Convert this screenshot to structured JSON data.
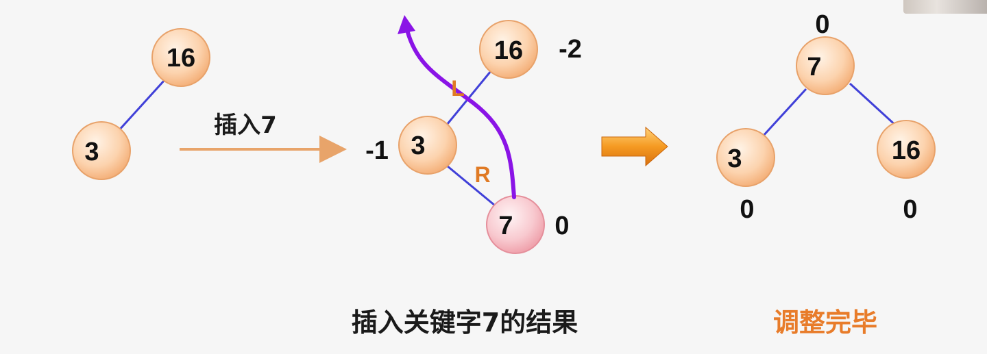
{
  "panels": {
    "before": {
      "nodes": [
        {
          "id": "b16",
          "label": "16",
          "kind": "normal"
        },
        {
          "id": "b3",
          "label": "3",
          "kind": "normal"
        }
      ]
    },
    "insert_arrow": {
      "label": "插入7"
    },
    "inserted": {
      "nodes": [
        {
          "id": "i16",
          "label": "16",
          "kind": "normal",
          "balance": "-2"
        },
        {
          "id": "i3",
          "label": "3",
          "kind": "normal",
          "balance": "-1"
        },
        {
          "id": "i7",
          "label": "7",
          "kind": "new",
          "balance": "0"
        }
      ],
      "path_labels": {
        "first": "L",
        "second": "R"
      },
      "caption": "插入关键字7的结果"
    },
    "result": {
      "nodes": [
        {
          "id": "r7",
          "label": "7",
          "kind": "normal",
          "balance": "0"
        },
        {
          "id": "r3",
          "label": "3",
          "kind": "normal",
          "balance": "0"
        },
        {
          "id": "r16",
          "label": "16",
          "kind": "normal",
          "balance": "0"
        }
      ],
      "caption": "调整完毕"
    }
  },
  "colors": {
    "node_fill_light": "#fde3cc",
    "node_fill_dark": "#f5b37d",
    "node_stroke": "#e8a26a",
    "new_node_fill_light": "#fde6ea",
    "new_node_fill_dark": "#f2a3ad",
    "edge": "#4040d8",
    "insert_arrow": "#e8a46a",
    "path_curve": "#8a14e6",
    "path_label": "#e07a24",
    "result_caption": "#e87c2a",
    "big_arrow": "#f08a1c"
  }
}
